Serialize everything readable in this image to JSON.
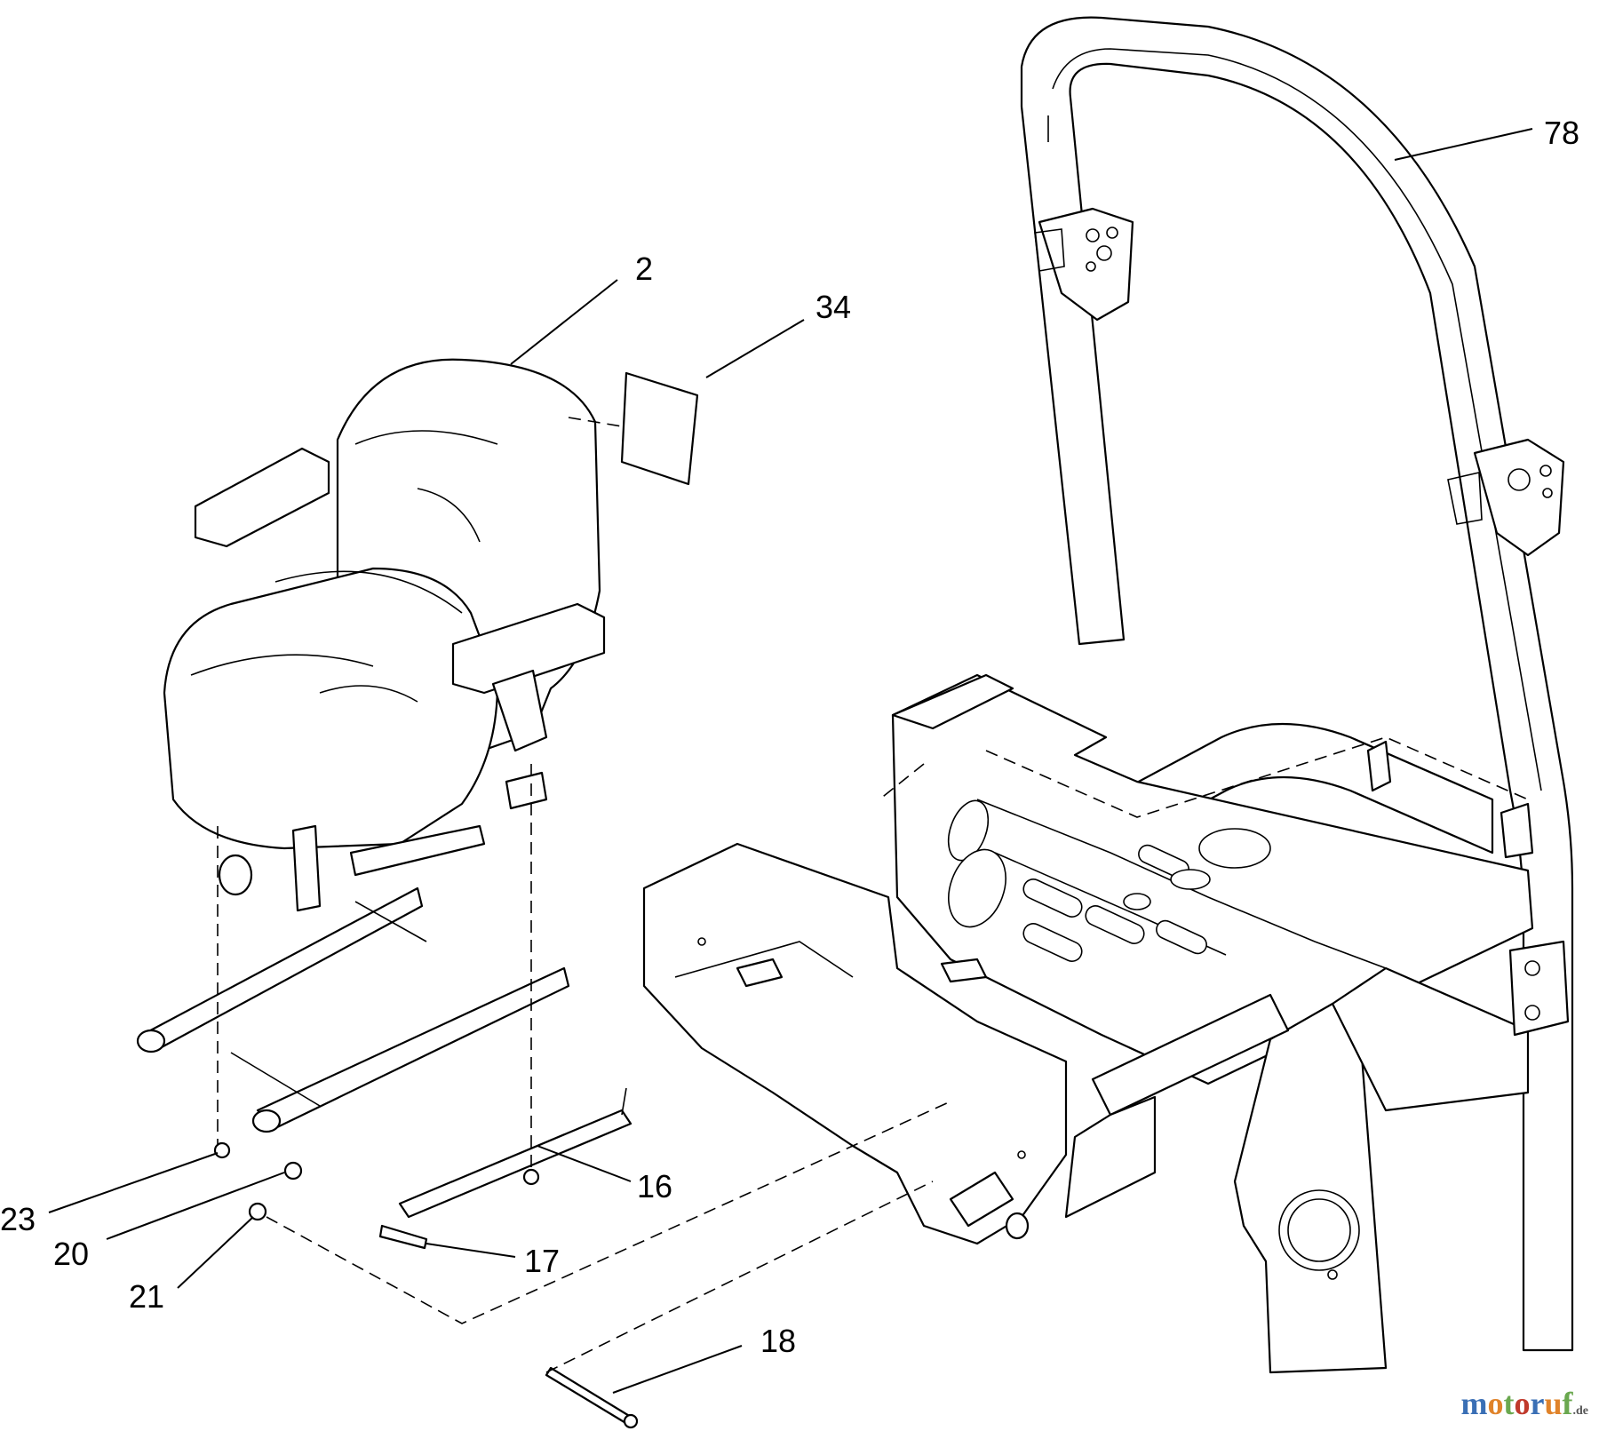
{
  "callouts": {
    "c2": "2",
    "c34": "34",
    "c78": "78",
    "c16": "16",
    "c17": "17",
    "c18": "18",
    "c20": "20",
    "c21": "21",
    "c23": "23"
  },
  "watermark": {
    "text": "motoruf",
    "suffix": ".de",
    "colors": [
      "#3a6fb5",
      "#e0832a",
      "#6aa84f",
      "#c0392b"
    ]
  }
}
